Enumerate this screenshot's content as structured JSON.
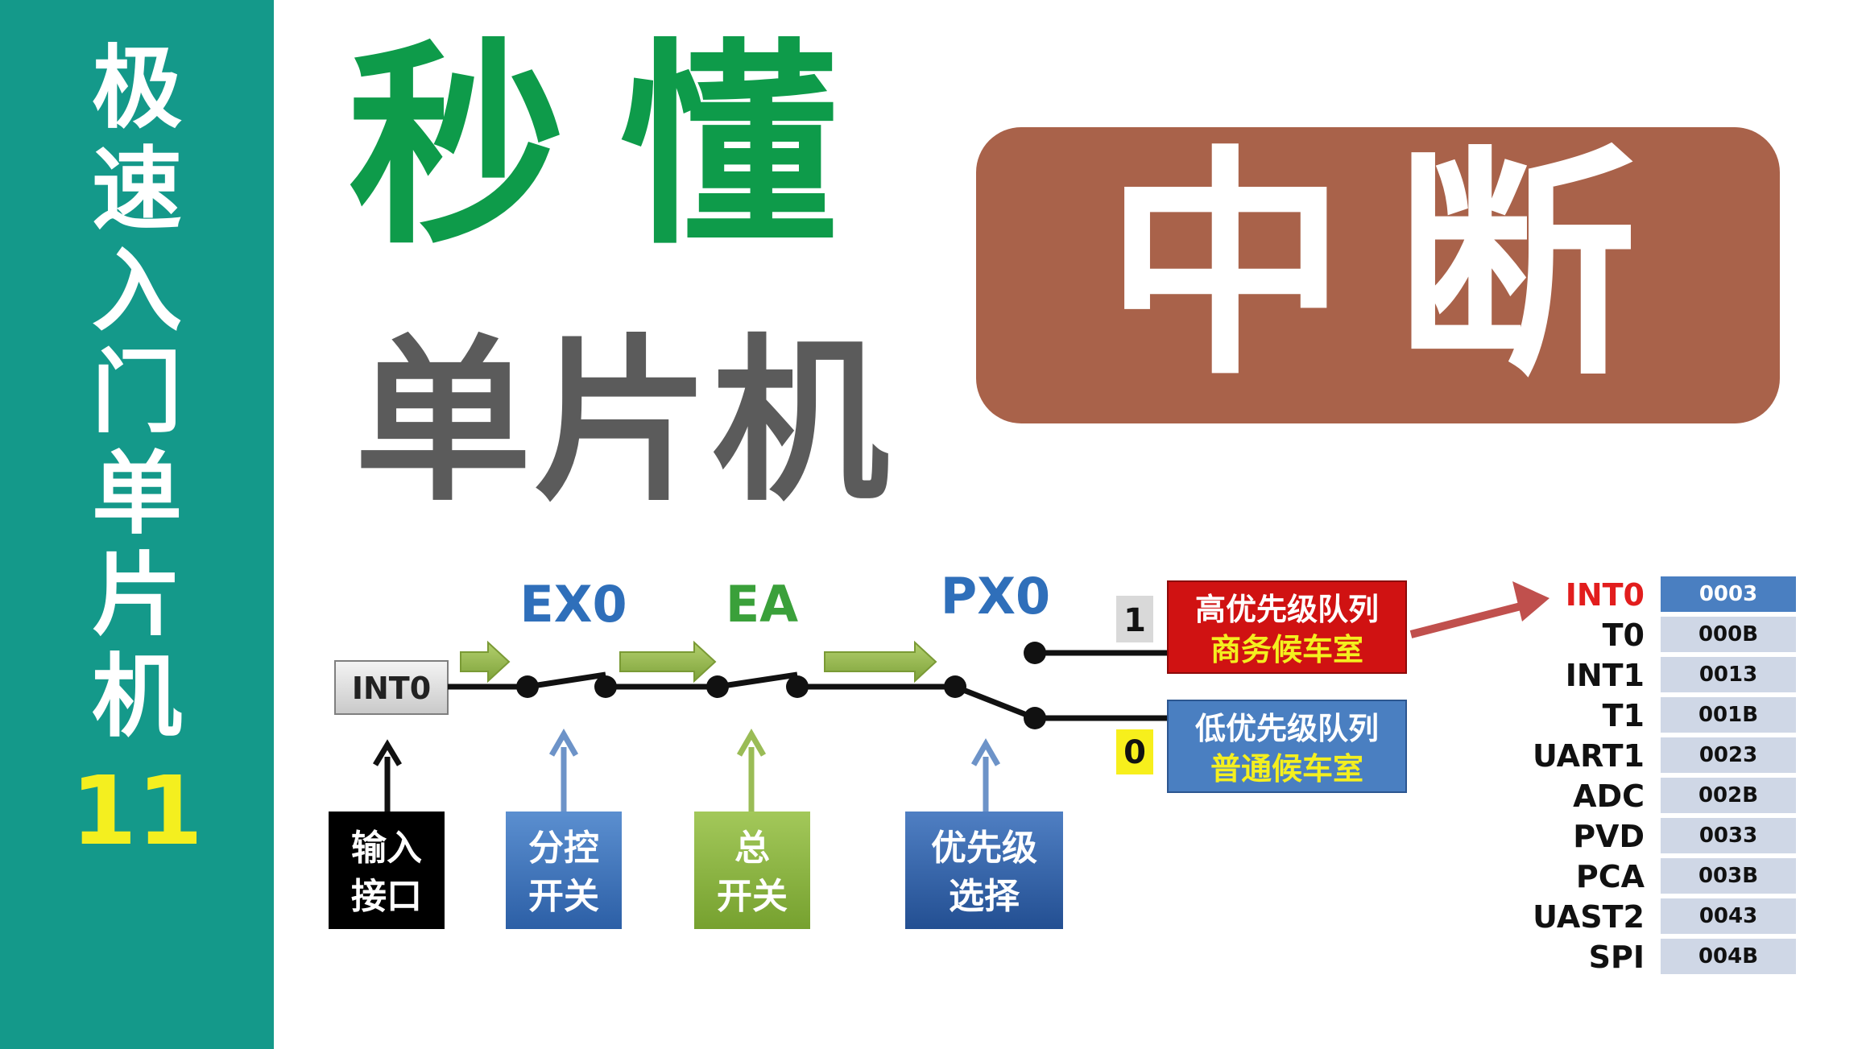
{
  "sidebar": {
    "series_chars": [
      "极",
      "速",
      "入",
      "门",
      "单",
      "片",
      "机"
    ],
    "number": "11"
  },
  "headline": {
    "green_chars": [
      "秒",
      "懂"
    ],
    "gray_chars": [
      "单",
      "片",
      "机"
    ]
  },
  "topic": {
    "chars": [
      "中",
      "断"
    ]
  },
  "diagram": {
    "input_label": "INT0",
    "switch_labels": {
      "ex0": "EX0",
      "ea": "EA",
      "px0": "PX0"
    },
    "priority_markers": {
      "high": "1",
      "low": "0"
    },
    "queues": {
      "high": {
        "line1": "高优先级队列",
        "line2": "商务候车室"
      },
      "low": {
        "line1": "低优先级队列",
        "line2": "普通候车室"
      }
    },
    "captions": {
      "input": [
        "输入",
        "接口"
      ],
      "ex0": [
        "分控",
        "开关"
      ],
      "ea": [
        "总",
        "开关"
      ],
      "px0": [
        "优先级",
        "选择"
      ]
    }
  },
  "vector_table": {
    "rows": [
      {
        "name": "INT0",
        "addr": "0003"
      },
      {
        "name": "T0",
        "addr": "000B"
      },
      {
        "name": "INT1",
        "addr": "0013"
      },
      {
        "name": "T1",
        "addr": "001B"
      },
      {
        "name": "UART1",
        "addr": "0023"
      },
      {
        "name": "ADC",
        "addr": "002B"
      },
      {
        "name": "PVD",
        "addr": "0033"
      },
      {
        "name": "PCA",
        "addr": "003B"
      },
      {
        "name": "UAST2",
        "addr": "0043"
      },
      {
        "name": "SPI",
        "addr": "004B"
      }
    ]
  },
  "colors": {
    "sidebar": "#14998a",
    "series_number": "#f4ef1f",
    "headline_green": "#0e9b4a",
    "headline_gray": "#5b5b5b",
    "topic_banner": "#a9624a",
    "ex0_blue": "#2f6fba",
    "ea_green": "#3aa03a",
    "px0_blue": "#2f6fba",
    "high_queue": "#d01212",
    "low_queue": "#4a7fc1",
    "table_cell": "#cfd7e6",
    "table_head_cell": "#4a7fc1",
    "arrow_red": "#c0504d"
  }
}
